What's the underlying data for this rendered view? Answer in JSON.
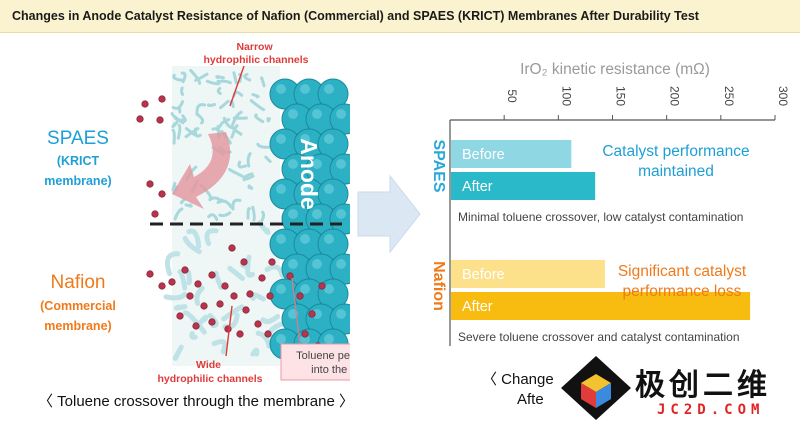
{
  "title": "Changes in Anode Catalyst Resistance of Nafion (Commercial) and SPAES (KRICT) Membranes After Durability Test",
  "left": {
    "narrow_label_line1": "Narrow",
    "narrow_label_line2": "hydrophilic channels",
    "spaes_label": "SPAES",
    "spaes_sub1": "(KRICT",
    "spaes_sub2": "membrane)",
    "anode_label": "Anode",
    "nafion_label": "Nafion",
    "nafion_sub1": "(Commercial",
    "nafion_sub2": "membrane)",
    "wide_label_line1": "Wide",
    "wide_label_line2": "hydrophilic channels",
    "toluene_box_line1": "Toluene penetration",
    "toluene_box_line2": "into the anode",
    "caption": "〈 Toluene crossover through the membrane 〉"
  },
  "right": {
    "caption_line1": "〈 Change",
    "caption_line2": "Afte"
  },
  "chart_data": {
    "type": "bar",
    "orientation": "horizontal",
    "title": "IrO₂ kinetic resistance (mΩ)",
    "xlim": [
      0,
      300
    ],
    "ticks": [
      50,
      100,
      150,
      200,
      250,
      300
    ],
    "groups": [
      {
        "name": "SPAES",
        "color": "#2aa8d8",
        "bars": [
          {
            "label": "Before",
            "value": 112,
            "color": "#8ed7e3"
          },
          {
            "label": "After",
            "value": 134,
            "color": "#29b9c8"
          }
        ],
        "annotation_line1": "Catalyst performance",
        "annotation_line2": "maintained",
        "annotation_color": "#1e9fd6",
        "note": "Minimal toluene crossover, low catalyst contamination"
      },
      {
        "name": "Nafion",
        "color": "#f07a1a",
        "bars": [
          {
            "label": "Before",
            "value": 143,
            "color": "#fde08a"
          },
          {
            "label": "After",
            "value": 277,
            "color": "#f8bb10"
          }
        ],
        "annotation_line1": "Significant catalyst",
        "annotation_line2": "performance loss",
        "annotation_color": "#f07a1a",
        "note": "Severe toluene crossover and catalyst contamination"
      }
    ]
  },
  "watermark": {
    "cn": "极创二维",
    "en": "JC2D.COM"
  }
}
